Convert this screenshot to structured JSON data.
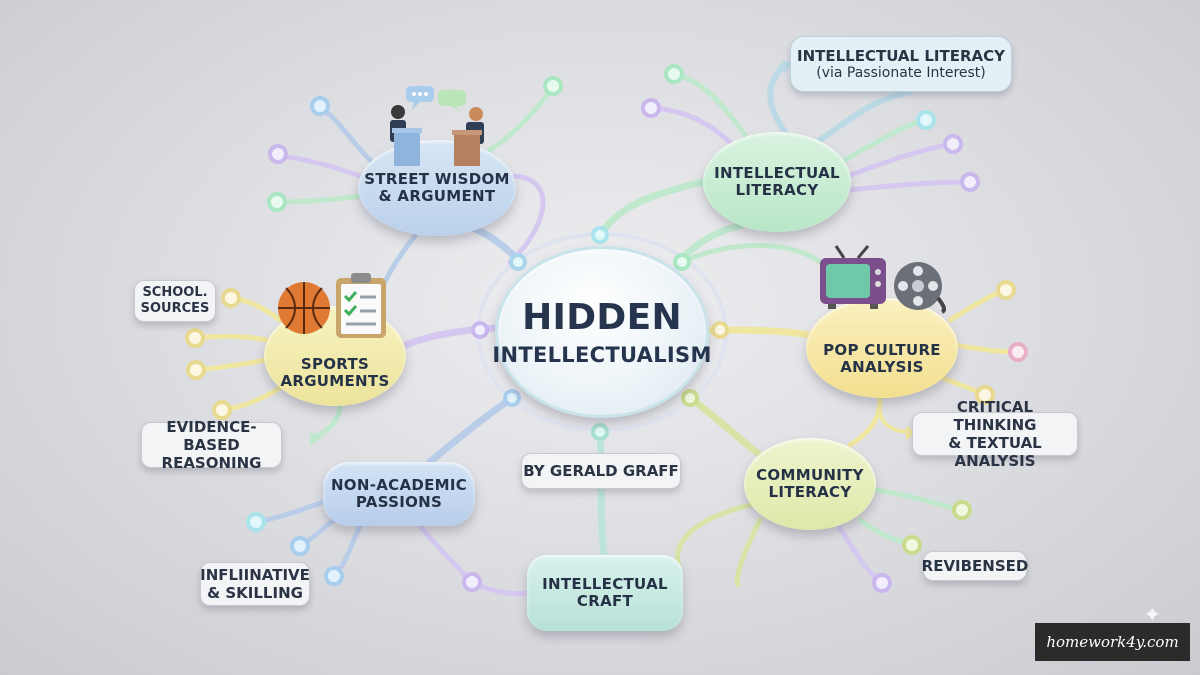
{
  "center": {
    "line1": "HIDDEN",
    "line2": "INTELLECTUALISM"
  },
  "nodes": {
    "street": {
      "line1": "STREET WISDOM",
      "line2": "& ARGUMENT"
    },
    "literacy": {
      "line1": "INTELLECTUAL",
      "line2": "LITERACY"
    },
    "sports": {
      "line1": "SPORTS",
      "line2": "ARGUMENTS"
    },
    "pop": {
      "line1": "POP CULTURE",
      "line2": "ANALYSIS"
    },
    "community": {
      "line1": "COMMUNITY",
      "line2": "LITERACY"
    },
    "nonacademic": {
      "line1": "NON-ACADEMIC",
      "line2": "PASSIONS"
    },
    "craft": {
      "line1": "INTELLECTUAL",
      "line2": "CRAFT"
    }
  },
  "byline": "BY GERALD GRAFF",
  "tags": {
    "top": {
      "line1": "INTELLECTUAL LITERACY",
      "line2": "(via Passionate Interest)"
    },
    "school": {
      "line1": "SCHOOL.",
      "line2": "SOURCES"
    },
    "evidence": {
      "line1": "EVIDENCE-BASED",
      "line2": "REASONING"
    },
    "critical": {
      "line1": "CRITICAL THINKING",
      "line2": "& TEXTUAL ANALYSIS"
    },
    "infl": {
      "line1": "INFLIINATIVE",
      "line2": "& SKILLING"
    },
    "revi": {
      "line1": "REVIBENSED"
    }
  },
  "watermark": "homework4y.com",
  "icons": [
    "debate-podiums-icon",
    "speech-bubbles-icon",
    "basketball-icon",
    "clipboard-checklist-icon",
    "television-icon",
    "film-reel-icon"
  ],
  "colors": {
    "blue": "#bcd3ee",
    "green": "#bfe8cc",
    "yellow": "#efe6a0",
    "lime": "#dfe9ab",
    "mint": "#bde4db",
    "purple": "#c9b6ec"
  }
}
